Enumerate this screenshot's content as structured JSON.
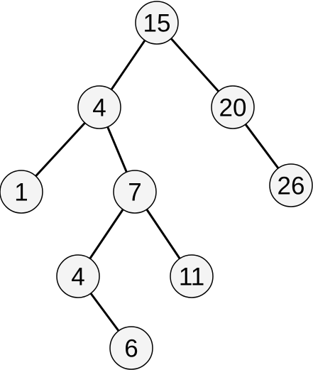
{
  "tree": {
    "nodes": [
      {
        "id": "n15",
        "value": "15"
      },
      {
        "id": "n4a",
        "value": "4"
      },
      {
        "id": "n20",
        "value": "20"
      },
      {
        "id": "n1",
        "value": "1"
      },
      {
        "id": "n7",
        "value": "7"
      },
      {
        "id": "n26",
        "value": "26"
      },
      {
        "id": "n4b",
        "value": "4"
      },
      {
        "id": "n11",
        "value": "11"
      },
      {
        "id": "n6",
        "value": "6"
      }
    ],
    "edges": [
      {
        "from": "n15",
        "to": "n4a"
      },
      {
        "from": "n15",
        "to": "n20"
      },
      {
        "from": "n4a",
        "to": "n1"
      },
      {
        "from": "n4a",
        "to": "n7"
      },
      {
        "from": "n20",
        "to": "n26"
      },
      {
        "from": "n7",
        "to": "n4b"
      },
      {
        "from": "n7",
        "to": "n11"
      },
      {
        "from": "n4b",
        "to": "n6"
      }
    ]
  },
  "colors": {
    "node_fill": "#f4f4f4",
    "node_stroke": "#000000",
    "edge": "#000000",
    "text": "#000000"
  }
}
